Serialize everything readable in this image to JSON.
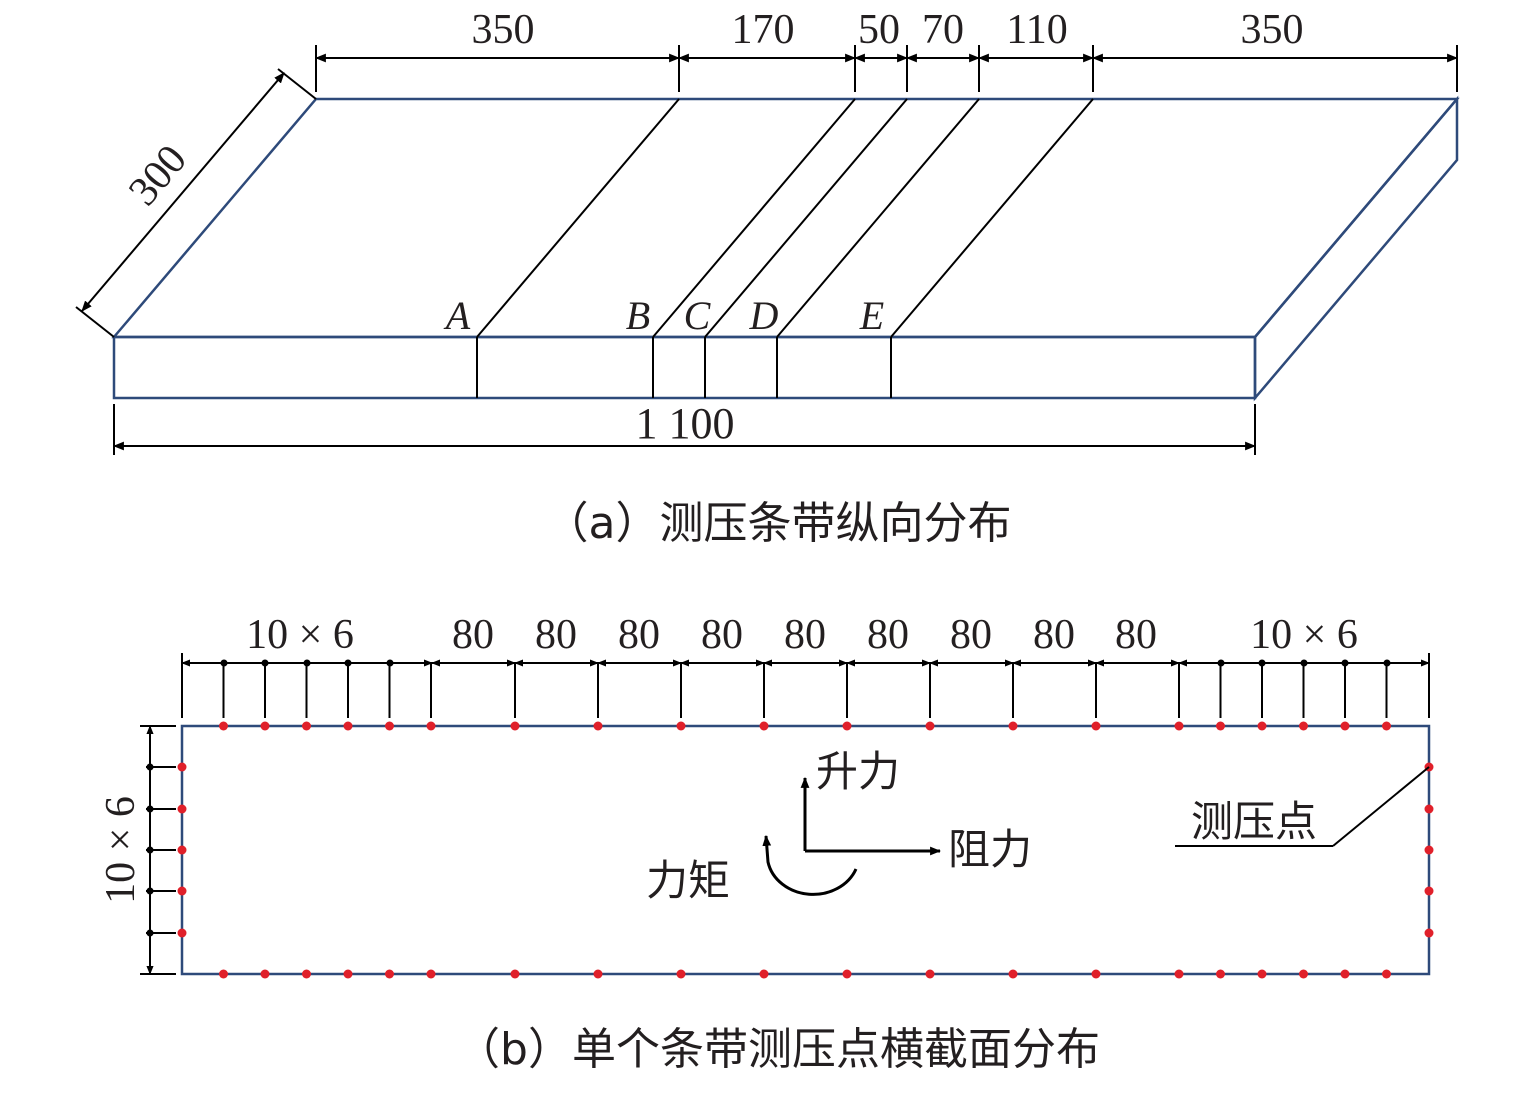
{
  "panel_a": {
    "dims_top": [
      "350",
      "170",
      "50",
      "70",
      "110",
      "350"
    ],
    "dim_width": "300",
    "dim_total": "1 100",
    "strip_labels": [
      "A",
      "B",
      "C",
      "D",
      "E"
    ],
    "caption": "（a）测压条带纵向分布"
  },
  "panel_b": {
    "dims_top": [
      "10 × 6",
      "80",
      "80",
      "80",
      "80",
      "80",
      "80",
      "80",
      "80",
      "80",
      "10 × 6"
    ],
    "dim_left": "10 × 6",
    "lift_label": "升力",
    "drag_label": "阻力",
    "moment_label": "力矩",
    "tap_label": "测压点",
    "caption": "（b）单个条带测压点横截面分布"
  },
  "colors": {
    "outline": "#2e4a7a",
    "line": "#000000",
    "tap": "#e0202a"
  }
}
